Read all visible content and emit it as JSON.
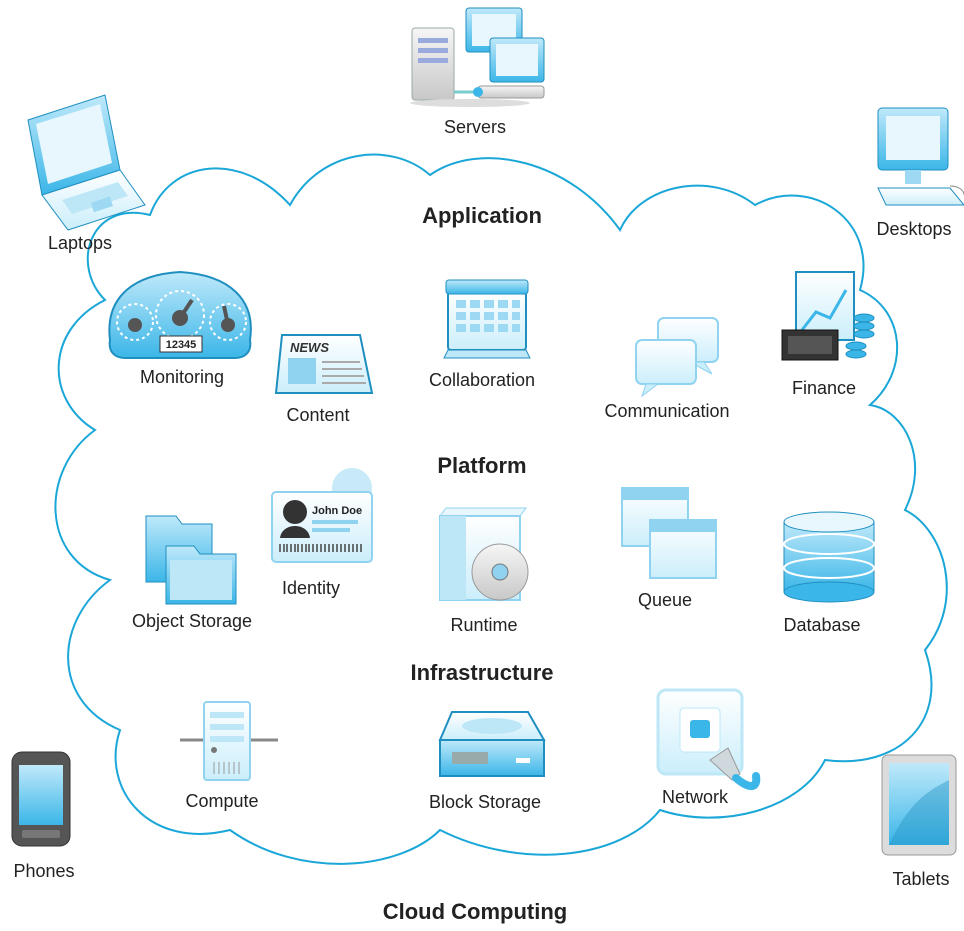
{
  "title": "Cloud Computing",
  "layers": {
    "application": "Application",
    "platform": "Platform",
    "infrastructure": "Infrastructure"
  },
  "clients": {
    "servers": "Servers",
    "laptops": "Laptops",
    "desktops": "Desktops",
    "phones": "Phones",
    "tablets": "Tablets"
  },
  "application_items": {
    "monitoring": "Monitoring",
    "content": "Content",
    "collaboration": "Collaboration",
    "communication": "Communication",
    "finance": "Finance"
  },
  "platform_items": {
    "identity": "Identity",
    "object_storage": "Object Storage",
    "runtime": "Runtime",
    "queue": "Queue",
    "database": "Database"
  },
  "infrastructure_items": {
    "compute": "Compute",
    "block_storage": "Block Storage",
    "network": "Network"
  },
  "icon_text": {
    "gauge_counter": "12345",
    "news_masthead": "NEWS",
    "id_name": "John Doe"
  },
  "colors": {
    "cloud_outline": "#1aa7d8",
    "icon_blue": "#3bb6e8",
    "icon_light": "#d9f1fb",
    "icon_dark": "#444444"
  }
}
